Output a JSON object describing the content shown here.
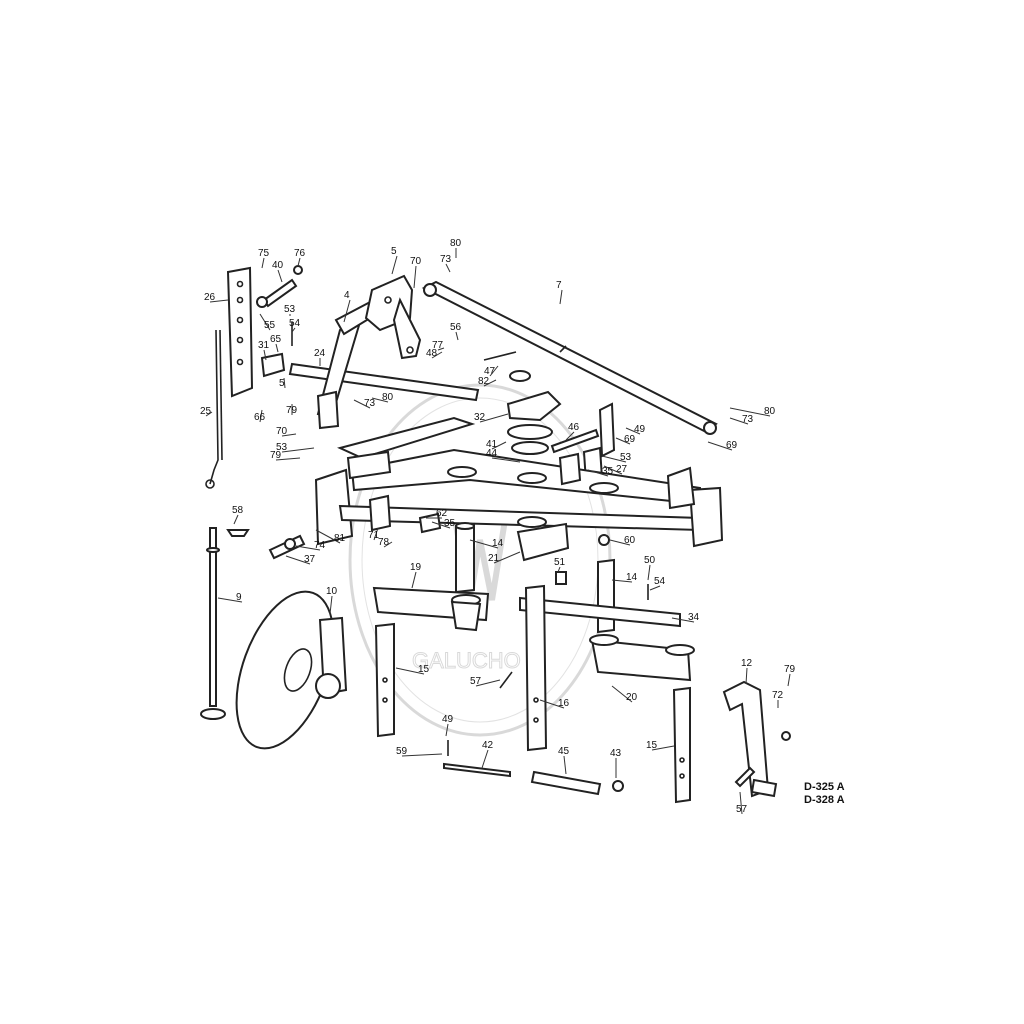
{
  "watermark": {
    "text": "GALUCHO",
    "color": "#bbbbbb"
  },
  "drawing_refs": [
    "D-325 A",
    "D-328 A"
  ],
  "callouts": [
    {
      "label": "75"
    },
    {
      "label": "76"
    },
    {
      "label": "40"
    },
    {
      "label": "26"
    },
    {
      "label": "53"
    },
    {
      "label": "55"
    },
    {
      "label": "54"
    },
    {
      "label": "65"
    },
    {
      "label": "31"
    },
    {
      "label": "5"
    },
    {
      "label": "79"
    },
    {
      "label": "66"
    },
    {
      "label": "25"
    },
    {
      "label": "70"
    },
    {
      "label": "53"
    },
    {
      "label": "79"
    },
    {
      "label": "5"
    },
    {
      "label": "4"
    },
    {
      "label": "24"
    },
    {
      "label": "70"
    },
    {
      "label": "80"
    },
    {
      "label": "73"
    },
    {
      "label": "7"
    },
    {
      "label": "56"
    },
    {
      "label": "77"
    },
    {
      "label": "48"
    },
    {
      "label": "47"
    },
    {
      "label": "82"
    },
    {
      "label": "32"
    },
    {
      "label": "73"
    },
    {
      "label": "80"
    },
    {
      "label": "41"
    },
    {
      "label": "44"
    },
    {
      "label": "46"
    },
    {
      "label": "49"
    },
    {
      "label": "69"
    },
    {
      "label": "53"
    },
    {
      "label": "27"
    },
    {
      "label": "35"
    },
    {
      "label": "80"
    },
    {
      "label": "73"
    },
    {
      "label": "69"
    },
    {
      "label": "58"
    },
    {
      "label": "62"
    },
    {
      "label": "35"
    },
    {
      "label": "71"
    },
    {
      "label": "78"
    },
    {
      "label": "81"
    },
    {
      "label": "74"
    },
    {
      "label": "37"
    },
    {
      "label": "14"
    },
    {
      "label": "21"
    },
    {
      "label": "60"
    },
    {
      "label": "51"
    },
    {
      "label": "50"
    },
    {
      "label": "14"
    },
    {
      "label": "54"
    },
    {
      "label": "9"
    },
    {
      "label": "10"
    },
    {
      "label": "19"
    },
    {
      "label": "34"
    },
    {
      "label": "15"
    },
    {
      "label": "57"
    },
    {
      "label": "16"
    },
    {
      "label": "20"
    },
    {
      "label": "12"
    },
    {
      "label": "79"
    },
    {
      "label": "72"
    },
    {
      "label": "49"
    },
    {
      "label": "59"
    },
    {
      "label": "42"
    },
    {
      "label": "45"
    },
    {
      "label": "43"
    },
    {
      "label": "15"
    },
    {
      "label": "57"
    }
  ]
}
